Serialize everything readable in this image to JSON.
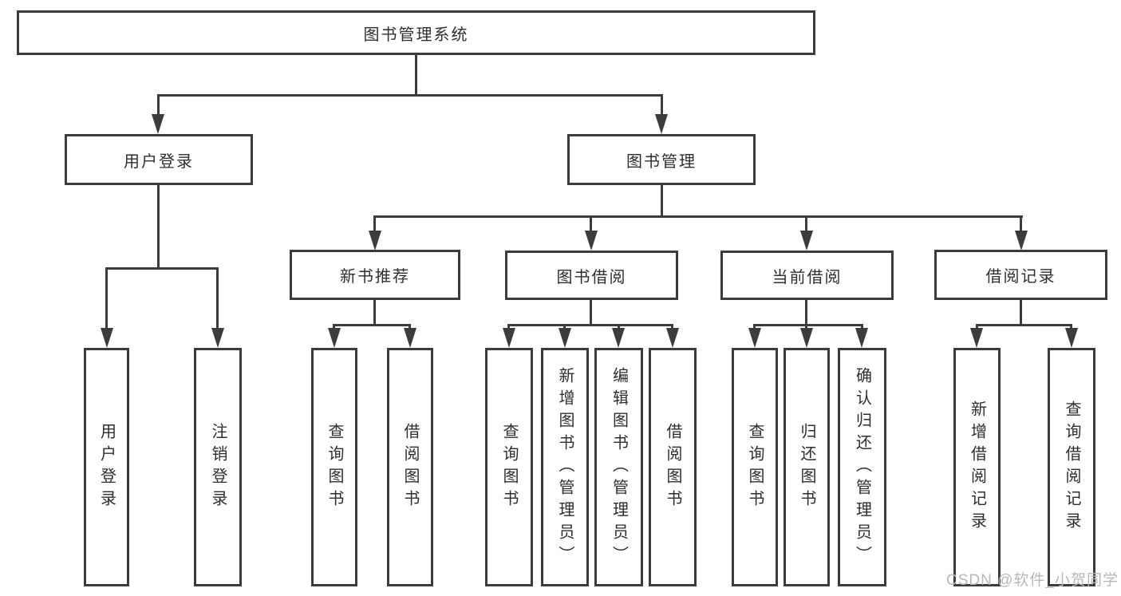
{
  "diagram": {
    "title": "图书管理系统",
    "root": {
      "label": "图书管理系统"
    },
    "branches": {
      "user_login": {
        "label": "用户登录"
      },
      "book_mgmt": {
        "label": "图书管理"
      }
    },
    "modules": {
      "new_book": {
        "label": "新书推荐"
      },
      "book_borrow": {
        "label": "图书借阅"
      },
      "current_borrow": {
        "label": "当前借阅"
      },
      "borrow_record": {
        "label": "借阅记录"
      }
    },
    "leaves": {
      "user_login": {
        "label": "用户登录"
      },
      "logout": {
        "label": "注销登录"
      },
      "nb_query": {
        "label": "查询图书"
      },
      "nb_borrow": {
        "label": "借阅图书"
      },
      "bb_query": {
        "label": "查询图书"
      },
      "bb_add": {
        "label": "新增图书（管理员）"
      },
      "bb_edit": {
        "label": "编辑图书（管理员）"
      },
      "bb_borrow": {
        "label": "借阅图书"
      },
      "cb_query": {
        "label": "查询图书"
      },
      "cb_return": {
        "label": "归还图书"
      },
      "cb_confirm": {
        "label": "确认归还（管理员）"
      },
      "br_add": {
        "label": "新增借阅记录"
      },
      "br_query": {
        "label": "查询借阅记录"
      }
    }
  },
  "watermark": {
    "text": "CSDN @软件_小贺同学",
    "color": "#b8b8b8"
  },
  "colors": {
    "line": "#3c3c3c",
    "text": "#2e2e2e",
    "background": "#ffffff"
  }
}
